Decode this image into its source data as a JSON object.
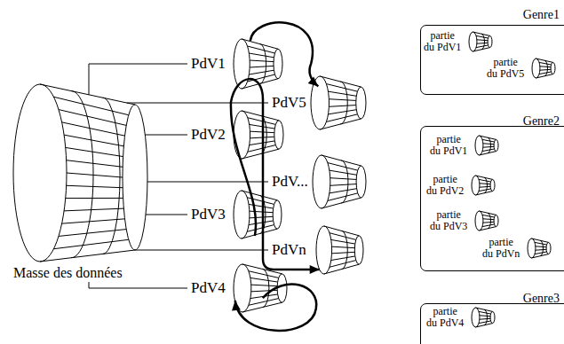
{
  "diagram": {
    "nodes": [
      {
        "text": [
          "Masse des données"
        ]
      },
      {
        "text": [
          "PdV1"
        ]
      },
      {
        "text": [
          "PdV5"
        ]
      },
      {
        "text": [
          "PdV2"
        ]
      },
      {
        "text": [
          "PdV..."
        ]
      },
      {
        "text": [
          "PdV3"
        ]
      },
      {
        "text": [
          "PdVn"
        ]
      },
      {
        "text": [
          "PdV4"
        ]
      },
      {
        "text": [
          "Genre1"
        ]
      },
      {
        "text": [
          "partie du PdV1"
        ],
        "in": 8
      },
      {
        "text": [
          "partie du PdV5"
        ],
        "in": 8
      },
      {
        "text": [
          "Genre2"
        ]
      },
      {
        "text": [
          "partie du PdV1"
        ],
        "in": 11
      },
      {
        "text": [
          "partie du PdV2"
        ],
        "in": 11
      },
      {
        "text": [
          "partie du PdV3"
        ],
        "in": 11
      },
      {
        "text": [
          "partie du PdVn"
        ],
        "in": 11
      },
      {
        "text": [
          "Genre3"
        ]
      },
      {
        "text": [
          "partie du PdV4"
        ],
        "in": 16
      }
    ],
    "edges": [
      {
        "from": 0,
        "to": 1,
        "arrow": "none"
      },
      {
        "from": 0,
        "to": 2,
        "arrow": "none"
      },
      {
        "from": 0,
        "to": 3,
        "arrow": "none"
      },
      {
        "from": 0,
        "to": 4,
        "arrow": "none"
      },
      {
        "from": 0,
        "to": 5,
        "arrow": "none"
      },
      {
        "from": 0,
        "to": 6,
        "arrow": "none"
      },
      {
        "from": 0,
        "to": 7,
        "arrow": "none"
      },
      {
        "from": 1,
        "to": 2,
        "arrow": "to"
      },
      {
        "from": 5,
        "to": 6,
        "arrow": "to"
      },
      {
        "from": 7,
        "to": 7,
        "arrow": "to"
      }
    ]
  }
}
